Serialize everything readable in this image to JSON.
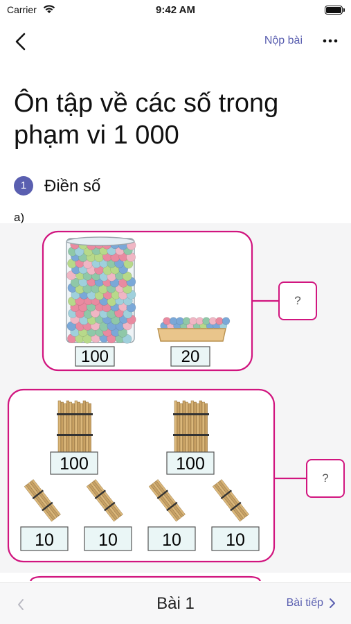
{
  "status": {
    "carrier": "Carrier",
    "time": "9:42 AM"
  },
  "nav": {
    "submit_label": "Nộp bài"
  },
  "page": {
    "title": "Ôn tập về các số trong phạm vi 1 000"
  },
  "question": {
    "number": "1",
    "title": "Điền số",
    "part": "a)"
  },
  "figure1": {
    "jar_label": "100",
    "tray_label": "20",
    "answer": "?"
  },
  "figure2": {
    "big_labels": [
      "100",
      "100"
    ],
    "small_labels": [
      "10",
      "10",
      "10",
      "10"
    ],
    "answer": "?"
  },
  "bottom": {
    "title": "Bài 1",
    "next_label": "Bài tiếp"
  },
  "colors": {
    "accent": "#5a5fb0",
    "frame": "#d1157f"
  }
}
